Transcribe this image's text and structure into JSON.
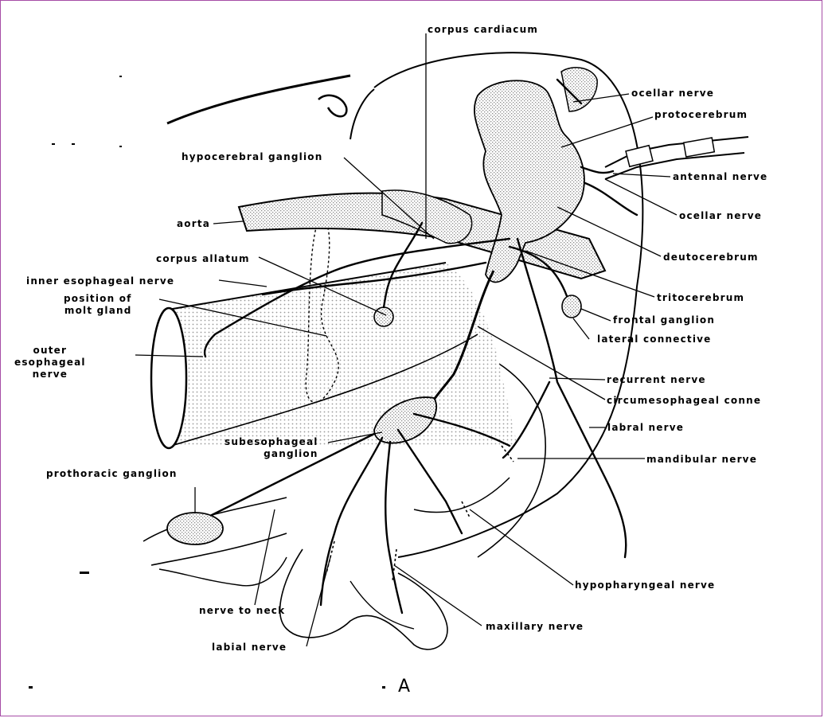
{
  "figure": {
    "panel_letter": "A",
    "frame_color": "#a64ca6",
    "ink_color": "#000000",
    "stipple_color": "#9a9a9a",
    "labels": {
      "corpus_cardiacum": "corpus cardiacum",
      "ocellar_nerve_upper": "ocellar nerve",
      "protocerebrum": "protocerebrum",
      "hypocerebral_ganglion": "hypocerebral ganglion",
      "antennal_nerve": "antennal nerve",
      "ocellar_nerve_lower": "ocellar nerve",
      "aorta": "aorta",
      "deutocerebrum": "deutocerebrum",
      "corpus_allatum": "corpus allatum",
      "inner_esophageal_nerve": "inner esophageal nerve",
      "tritocerebrum": "tritocerebrum",
      "position_of_molt_gland": "position of\nmolt gland",
      "frontal_ganglion": "frontal ganglion",
      "lateral_connective": "lateral connective",
      "outer_esophageal_nerve": "outer\nesophageal\nnerve",
      "recurrent_nerve": "recurrent nerve",
      "circumesophageal_conn": "circumesophageal conne",
      "labral_nerve": "labral nerve",
      "subesophageal_ganglion": "subesophageal\nganglion",
      "mandibular_nerve": "mandibular nerve",
      "prothoracic_ganglion": "prothoracic ganglion",
      "hypopharyngeal_nerve": "hypopharyngeal nerve",
      "nerve_to_neck": "nerve to neck",
      "maxillary_nerve": "maxillary nerve",
      "labial_nerve": "labial nerve"
    }
  }
}
